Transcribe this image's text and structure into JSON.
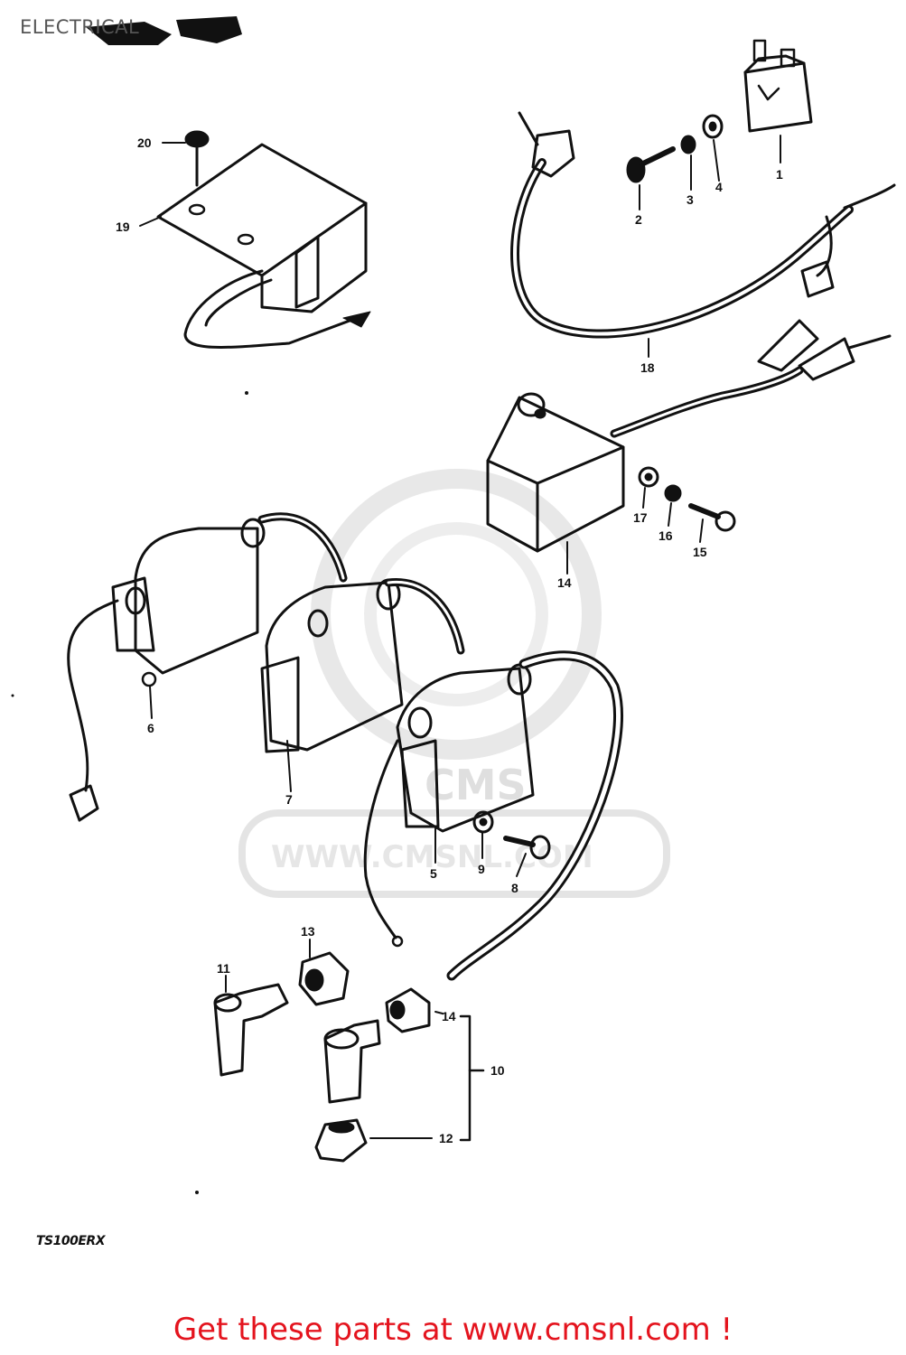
{
  "header": {
    "title": "ELECTRICAL"
  },
  "watermark": {
    "brand": "CMS",
    "url": "WWW.CMSNL.COM"
  },
  "callouts": [
    {
      "id": "c1",
      "label": "1"
    },
    {
      "id": "c2",
      "label": "2"
    },
    {
      "id": "c3",
      "label": "3"
    },
    {
      "id": "c4",
      "label": "4"
    },
    {
      "id": "c5",
      "label": "5"
    },
    {
      "id": "c6",
      "label": "6"
    },
    {
      "id": "c7",
      "label": "7"
    },
    {
      "id": "c8",
      "label": "8"
    },
    {
      "id": "c9",
      "label": "9"
    },
    {
      "id": "c10",
      "label": "10"
    },
    {
      "id": "c11",
      "label": "11"
    },
    {
      "id": "c12",
      "label": "12"
    },
    {
      "id": "c13",
      "label": "13"
    },
    {
      "id": "c14a",
      "label": "14"
    },
    {
      "id": "c14b",
      "label": "14"
    },
    {
      "id": "c15",
      "label": "15"
    },
    {
      "id": "c16",
      "label": "16"
    },
    {
      "id": "c17",
      "label": "17"
    },
    {
      "id": "c18",
      "label": "18"
    },
    {
      "id": "c19",
      "label": "19"
    },
    {
      "id": "c20",
      "label": "20"
    }
  ],
  "footer": {
    "model": "TS100ERX",
    "cta": "Get these parts at www.cmsnl.com !"
  }
}
